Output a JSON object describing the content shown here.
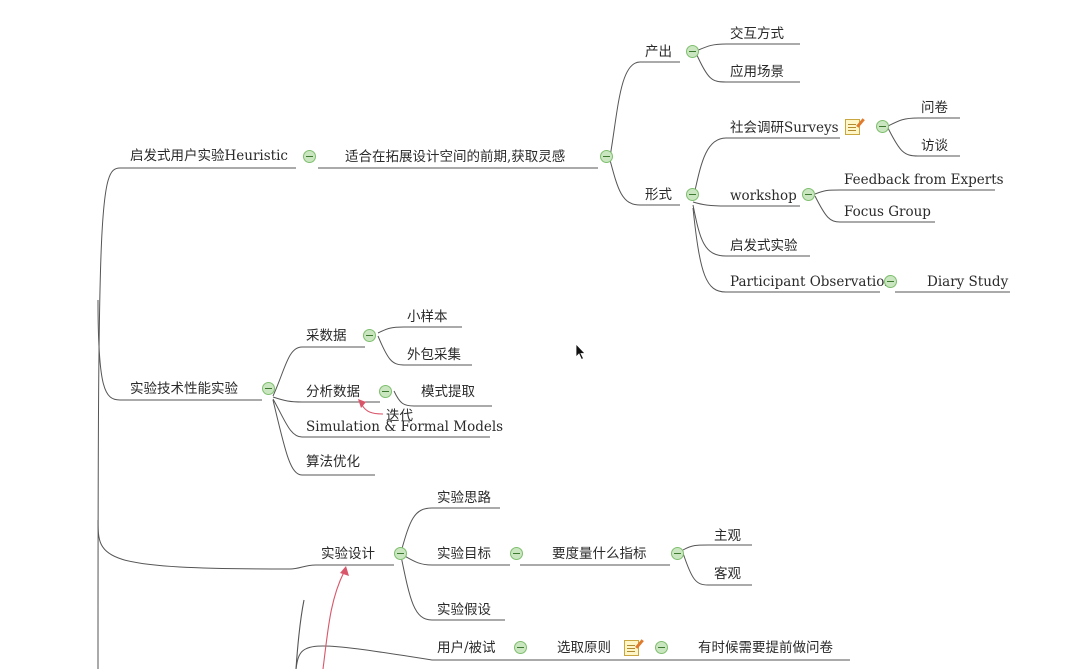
{
  "nodes": {
    "heuristic": "启发式用户实验Heuristic",
    "heuristic_desc": "适合在拓展设计空间的前期,获取灵感",
    "output": "产出",
    "interaction_mode": "交互方式",
    "app_scenario": "应用场景",
    "form": "形式",
    "surveys": "社会调研Surveys",
    "questionnaire": "问卷",
    "interview": "访谈",
    "workshop": "workshop",
    "feedback_experts": "Feedback from Experts",
    "focus_group": "Focus Group",
    "heuristic_experiment": "启发式实验",
    "participant_observation": "Participant Observation",
    "diary_study": "Diary Study",
    "tech_performance": "实验技术性能实验",
    "collect_data": "采数据",
    "small_sample": "小样本",
    "outsourced": "外包采集",
    "analyze_data": "分析数据",
    "pattern_extract": "模式提取",
    "iterate": "迭代",
    "simulation": "Simulation & Formal Models",
    "algorithm_opt": "算法优化",
    "exp_design": "实验设计",
    "exp_idea": "实验思路",
    "exp_goal": "实验目标",
    "what_metrics": "要度量什么指标",
    "subjective": "主观",
    "objective": "客观",
    "exp_hypothesis": "实验假设",
    "user_subject": "用户/被试",
    "selection_principle": "选取原则",
    "pre_questionnaire": "有时候需要提前做问卷"
  },
  "colors": {
    "line": "#555555",
    "collapse_fill": "#c9e6c0",
    "iterate_arrow": "#d9566a"
  },
  "icons": [
    "collapse-toggle-icon",
    "note-icon",
    "mouse-cursor-icon"
  ]
}
